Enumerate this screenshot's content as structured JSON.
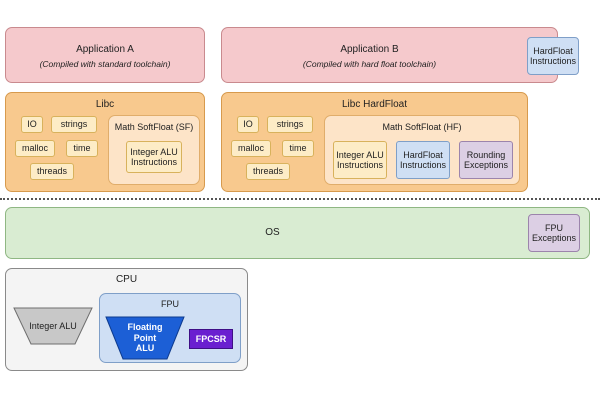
{
  "app_a": {
    "title": "Application A",
    "subtitle": "(Compiled with standard toolchain)"
  },
  "app_b": {
    "title": "Application B",
    "subtitle": "(Compiled with hard float toolchain)",
    "hardfloat": "HardFloat Instructions"
  },
  "libc": {
    "title": "Libc",
    "io": "IO",
    "strings": "strings",
    "malloc": "malloc",
    "time": "time",
    "threads": "threads",
    "math_title": "Math SoftFloat (SF)",
    "int_alu": "Integer ALU Instructions"
  },
  "libc_hf": {
    "title": "Libc HardFloat",
    "io": "IO",
    "strings": "strings",
    "malloc": "malloc",
    "time": "time",
    "threads": "threads",
    "math_title": "Math SoftFloat (HF)",
    "int_alu": "Integer ALU Instructions",
    "hardfloat": "HardFloat Instructions",
    "rounding": "Rounding Exceptions"
  },
  "os": {
    "title": "OS",
    "fpu_exceptions": "FPU Exceptions"
  },
  "cpu": {
    "title": "CPU",
    "integer_alu": "Integer ALU",
    "fpu_title": "FPU",
    "fp_alu": "Floating Point ALU",
    "fpcsr": "FPCSR"
  },
  "colors": {
    "app": "#f5c9cc",
    "libc": "#f8c98e",
    "os": "#d9ecd2",
    "fp_alu": "#1c5fd6",
    "fpcsr": "#6a1fd0"
  }
}
